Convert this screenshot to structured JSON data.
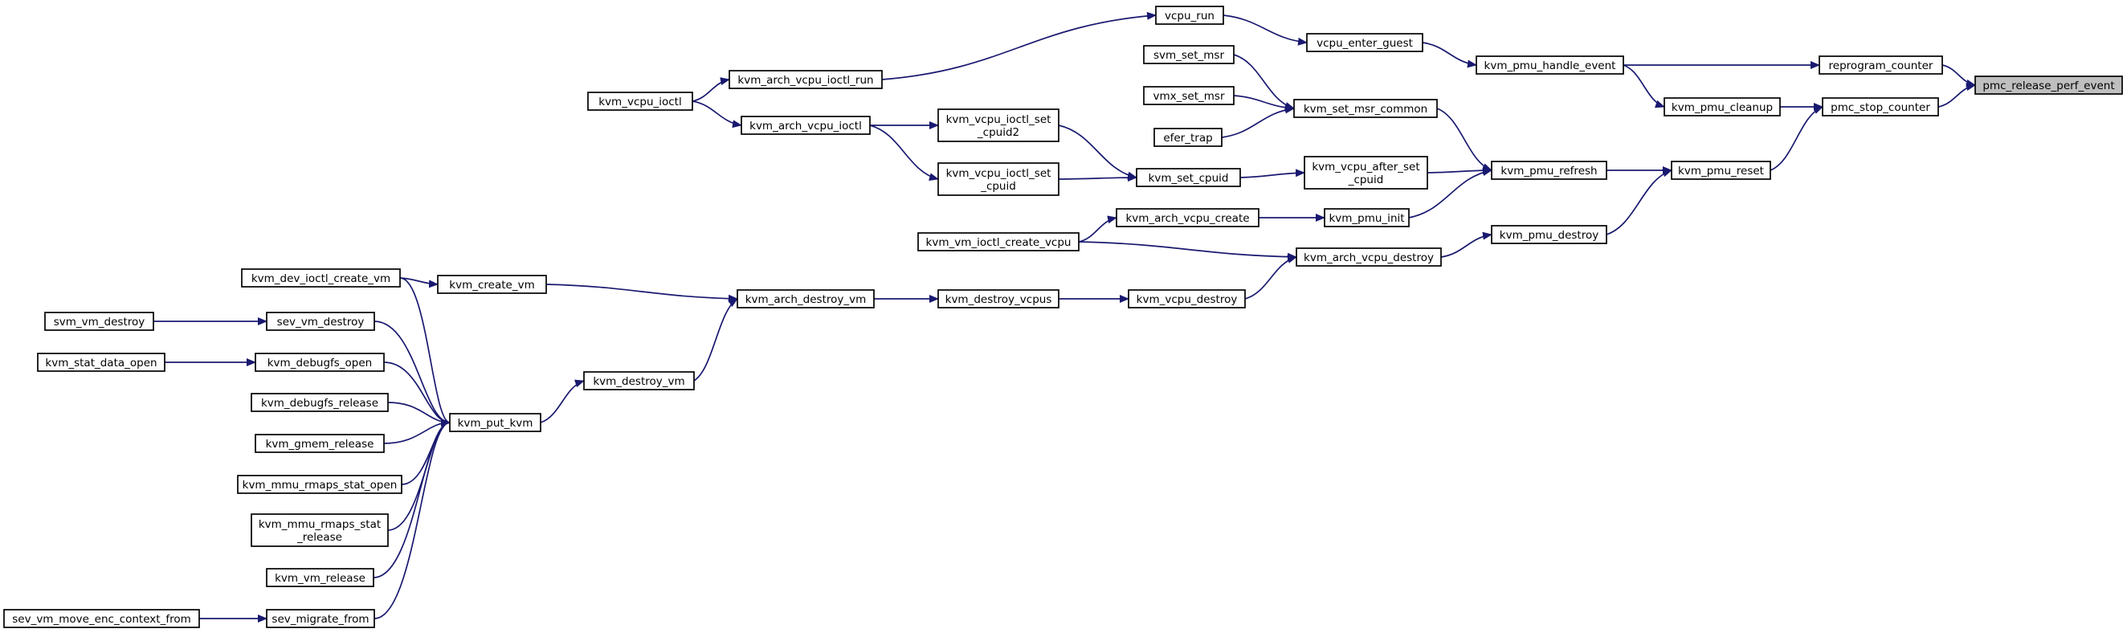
{
  "title": "",
  "colors": {
    "edge": "#191970",
    "root_fill": "#bfbfbf",
    "node_fill": "#ffffff",
    "border": "#000000"
  },
  "nodes": [
    {
      "id": "pmc_release_perf_event",
      "lines": [
        "pmc_release_perf_event"
      ],
      "root": true
    },
    {
      "id": "reprogram_counter",
      "lines": [
        "reprogram_counter"
      ]
    },
    {
      "id": "pmc_stop_counter",
      "lines": [
        "pmc_stop_counter"
      ]
    },
    {
      "id": "kvm_pmu_handle_event",
      "lines": [
        "kvm_pmu_handle_event"
      ]
    },
    {
      "id": "kvm_pmu_cleanup",
      "lines": [
        "kvm_pmu_cleanup"
      ]
    },
    {
      "id": "kvm_pmu_reset",
      "lines": [
        "kvm_pmu_reset"
      ]
    },
    {
      "id": "vcpu_enter_guest",
      "lines": [
        "vcpu_enter_guest"
      ]
    },
    {
      "id": "kvm_pmu_refresh",
      "lines": [
        "kvm_pmu_refresh"
      ]
    },
    {
      "id": "kvm_pmu_destroy",
      "lines": [
        "kvm_pmu_destroy"
      ]
    },
    {
      "id": "vcpu_run",
      "lines": [
        "vcpu_run"
      ]
    },
    {
      "id": "kvm_set_msr_common",
      "lines": [
        "kvm_set_msr_common"
      ]
    },
    {
      "id": "kvm_vcpu_after_set_cpuid",
      "lines": [
        "kvm_vcpu_after_set",
        "_cpuid"
      ]
    },
    {
      "id": "kvm_pmu_init",
      "lines": [
        "kvm_pmu_init"
      ]
    },
    {
      "id": "kvm_arch_vcpu_destroy",
      "lines": [
        "kvm_arch_vcpu_destroy"
      ]
    },
    {
      "id": "svm_set_msr",
      "lines": [
        "svm_set_msr"
      ]
    },
    {
      "id": "vmx_set_msr",
      "lines": [
        "vmx_set_msr"
      ]
    },
    {
      "id": "efer_trap",
      "lines": [
        "efer_trap"
      ]
    },
    {
      "id": "kvm_set_cpuid",
      "lines": [
        "kvm_set_cpuid"
      ]
    },
    {
      "id": "kvm_arch_vcpu_create",
      "lines": [
        "kvm_arch_vcpu_create"
      ]
    },
    {
      "id": "kvm_vcpu_destroy",
      "lines": [
        "kvm_vcpu_destroy"
      ]
    },
    {
      "id": "kvm_arch_vcpu_ioctl_run",
      "lines": [
        "kvm_arch_vcpu_ioctl_run"
      ]
    },
    {
      "id": "kvm_vcpu_ioctl_set_cpuid2",
      "lines": [
        "kvm_vcpu_ioctl_set",
        "_cpuid2"
      ]
    },
    {
      "id": "kvm_vcpu_ioctl_set_cpuid",
      "lines": [
        "kvm_vcpu_ioctl_set",
        "_cpuid"
      ]
    },
    {
      "id": "kvm_vm_ioctl_create_vcpu",
      "lines": [
        "kvm_vm_ioctl_create_vcpu"
      ]
    },
    {
      "id": "kvm_destroy_vcpus",
      "lines": [
        "kvm_destroy_vcpus"
      ]
    },
    {
      "id": "kvm_arch_vcpu_ioctl",
      "lines": [
        "kvm_arch_vcpu_ioctl"
      ]
    },
    {
      "id": "kvm_arch_destroy_vm",
      "lines": [
        "kvm_arch_destroy_vm"
      ]
    },
    {
      "id": "kvm_vcpu_ioctl",
      "lines": [
        "kvm_vcpu_ioctl"
      ]
    },
    {
      "id": "kvm_destroy_vm",
      "lines": [
        "kvm_destroy_vm"
      ]
    },
    {
      "id": "kvm_create_vm",
      "lines": [
        "kvm_create_vm"
      ]
    },
    {
      "id": "kvm_put_kvm",
      "lines": [
        "kvm_put_kvm"
      ]
    },
    {
      "id": "kvm_dev_ioctl_create_vm",
      "lines": [
        "kvm_dev_ioctl_create_vm"
      ]
    },
    {
      "id": "sev_vm_destroy",
      "lines": [
        "sev_vm_destroy"
      ]
    },
    {
      "id": "kvm_debugfs_open",
      "lines": [
        "kvm_debugfs_open"
      ]
    },
    {
      "id": "kvm_debugfs_release",
      "lines": [
        "kvm_debugfs_release"
      ]
    },
    {
      "id": "kvm_gmem_release",
      "lines": [
        "kvm_gmem_release"
      ]
    },
    {
      "id": "kvm_mmu_rmaps_stat_open",
      "lines": [
        "kvm_mmu_rmaps_stat_open"
      ]
    },
    {
      "id": "kvm_mmu_rmaps_stat_release",
      "lines": [
        "kvm_mmu_rmaps_stat",
        "_release"
      ]
    },
    {
      "id": "kvm_vm_release",
      "lines": [
        "kvm_vm_release"
      ]
    },
    {
      "id": "sev_migrate_from",
      "lines": [
        "sev_migrate_from"
      ]
    },
    {
      "id": "svm_vm_destroy",
      "lines": [
        "svm_vm_destroy"
      ]
    },
    {
      "id": "kvm_stat_data_open",
      "lines": [
        "kvm_stat_data_open"
      ]
    },
    {
      "id": "sev_vm_move_enc_context_from",
      "lines": [
        "sev_vm_move_enc_context_from"
      ]
    }
  ],
  "edges": [
    {
      "from": "reprogram_counter",
      "to": "pmc_release_perf_event"
    },
    {
      "from": "pmc_stop_counter",
      "to": "pmc_release_perf_event"
    },
    {
      "from": "kvm_pmu_handle_event",
      "to": "reprogram_counter"
    },
    {
      "from": "kvm_pmu_cleanup",
      "to": "pmc_stop_counter"
    },
    {
      "from": "kvm_pmu_reset",
      "to": "pmc_stop_counter"
    },
    {
      "from": "vcpu_enter_guest",
      "to": "kvm_pmu_handle_event"
    },
    {
      "from": "kvm_pmu_handle_event",
      "to": "kvm_pmu_cleanup"
    },
    {
      "from": "kvm_pmu_refresh",
      "to": "kvm_pmu_reset"
    },
    {
      "from": "kvm_pmu_destroy",
      "to": "kvm_pmu_reset"
    },
    {
      "from": "vcpu_run",
      "to": "vcpu_enter_guest"
    },
    {
      "from": "kvm_set_msr_common",
      "to": "kvm_pmu_refresh"
    },
    {
      "from": "kvm_vcpu_after_set_cpuid",
      "to": "kvm_pmu_refresh"
    },
    {
      "from": "kvm_pmu_init",
      "to": "kvm_pmu_refresh"
    },
    {
      "from": "kvm_arch_vcpu_destroy",
      "to": "kvm_pmu_destroy"
    },
    {
      "from": "kvm_arch_vcpu_ioctl_run",
      "to": "vcpu_run"
    },
    {
      "from": "svm_set_msr",
      "to": "kvm_set_msr_common"
    },
    {
      "from": "vmx_set_msr",
      "to": "kvm_set_msr_common"
    },
    {
      "from": "efer_trap",
      "to": "kvm_set_msr_common"
    },
    {
      "from": "kvm_set_cpuid",
      "to": "kvm_vcpu_after_set_cpuid"
    },
    {
      "from": "kvm_arch_vcpu_create",
      "to": "kvm_pmu_init"
    },
    {
      "from": "kvm_vm_ioctl_create_vcpu",
      "to": "kvm_arch_vcpu_destroy"
    },
    {
      "from": "kvm_vcpu_destroy",
      "to": "kvm_arch_vcpu_destroy"
    },
    {
      "from": "kvm_vcpu_ioctl",
      "to": "kvm_arch_vcpu_ioctl_run"
    },
    {
      "from": "kvm_vcpu_ioctl_set_cpuid2",
      "to": "kvm_set_cpuid"
    },
    {
      "from": "kvm_vcpu_ioctl_set_cpuid",
      "to": "kvm_set_cpuid"
    },
    {
      "from": "kvm_vm_ioctl_create_vcpu",
      "to": "kvm_arch_vcpu_create"
    },
    {
      "from": "kvm_destroy_vcpus",
      "to": "kvm_vcpu_destroy"
    },
    {
      "from": "kvm_arch_vcpu_ioctl",
      "to": "kvm_vcpu_ioctl_set_cpuid2"
    },
    {
      "from": "kvm_arch_vcpu_ioctl",
      "to": "kvm_vcpu_ioctl_set_cpuid"
    },
    {
      "from": "kvm_arch_destroy_vm",
      "to": "kvm_destroy_vcpus"
    },
    {
      "from": "kvm_vcpu_ioctl",
      "to": "kvm_arch_vcpu_ioctl"
    },
    {
      "from": "kvm_destroy_vm",
      "to": "kvm_arch_destroy_vm"
    },
    {
      "from": "kvm_create_vm",
      "to": "kvm_arch_destroy_vm"
    },
    {
      "from": "kvm_put_kvm",
      "to": "kvm_destroy_vm"
    },
    {
      "from": "kvm_dev_ioctl_create_vm",
      "to": "kvm_create_vm"
    },
    {
      "from": "kvm_dev_ioctl_create_vm",
      "to": "kvm_put_kvm"
    },
    {
      "from": "sev_vm_destroy",
      "to": "kvm_put_kvm"
    },
    {
      "from": "kvm_debugfs_open",
      "to": "kvm_put_kvm"
    },
    {
      "from": "kvm_debugfs_release",
      "to": "kvm_put_kvm"
    },
    {
      "from": "kvm_gmem_release",
      "to": "kvm_put_kvm"
    },
    {
      "from": "kvm_mmu_rmaps_stat_open",
      "to": "kvm_put_kvm"
    },
    {
      "from": "kvm_mmu_rmaps_stat_release",
      "to": "kvm_put_kvm"
    },
    {
      "from": "kvm_vm_release",
      "to": "kvm_put_kvm"
    },
    {
      "from": "sev_migrate_from",
      "to": "kvm_put_kvm"
    },
    {
      "from": "svm_vm_destroy",
      "to": "sev_vm_destroy"
    },
    {
      "from": "kvm_stat_data_open",
      "to": "kvm_debugfs_open"
    },
    {
      "from": "sev_vm_move_enc_context_from",
      "to": "sev_migrate_from"
    }
  ]
}
